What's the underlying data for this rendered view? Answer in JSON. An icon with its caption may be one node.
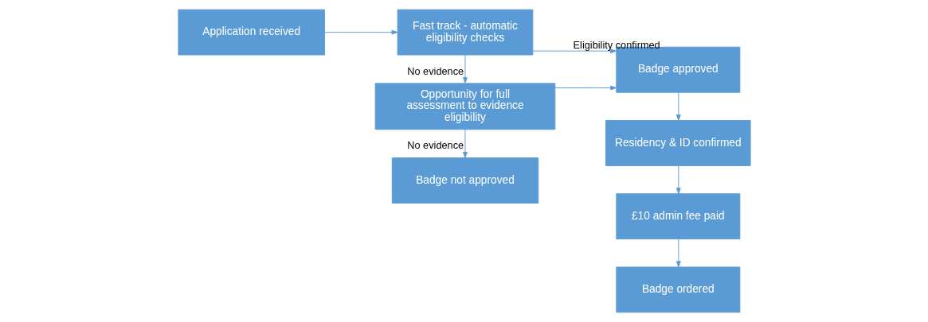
{
  "diagram": {
    "nodes": [
      {
        "text": [
          "Application received"
        ]
      },
      {
        "text": [
          "Fast track - automatic eligibility checks"
        ]
      },
      {
        "text": [
          "Opportunity for full assessment to evidence eligibility"
        ]
      },
      {
        "text": [
          "Badge not approved"
        ]
      },
      {
        "text": [
          "Badge approved"
        ]
      },
      {
        "text": [
          "Residency & ID confirmed"
        ]
      },
      {
        "text": [
          "£10 admin fee paid"
        ]
      },
      {
        "text": [
          "Badge ordered"
        ]
      }
    ],
    "edges": [
      {
        "from": 0,
        "to": 1,
        "arrow": "to"
      },
      {
        "from": 1,
        "to": 4,
        "arrow": "to",
        "label": "Eligibility confirmed"
      },
      {
        "from": 2,
        "to": 4,
        "arrow": "to"
      },
      {
        "from": 1,
        "to": 2,
        "arrow": "to",
        "label": "No evidence"
      },
      {
        "from": 2,
        "to": 3,
        "arrow": "to",
        "label": "No evidence"
      },
      {
        "from": 4,
        "to": 5,
        "arrow": "to"
      },
      {
        "from": 5,
        "to": 6,
        "arrow": "to"
      },
      {
        "from": 6,
        "to": 7,
        "arrow": "to"
      }
    ]
  }
}
